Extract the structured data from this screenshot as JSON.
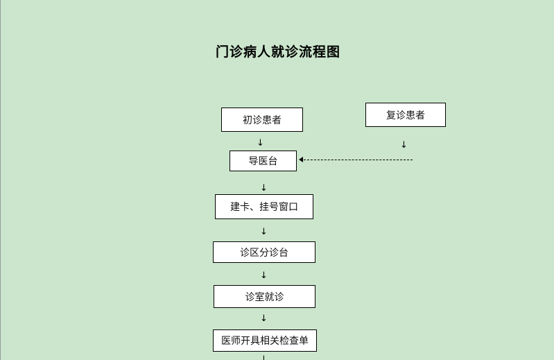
{
  "title": "门诊病人就诊流程图",
  "nodes": {
    "first_visit": "初诊患者",
    "return_visit": "复诊患者",
    "guide_desk": "导医台",
    "registration": "建卡、挂号窗口",
    "triage": "诊区分诊台",
    "consultation": "诊室就诊",
    "exam_order": "医师开具相关检查单"
  },
  "icons": {
    "down_arrow": "↓"
  }
}
